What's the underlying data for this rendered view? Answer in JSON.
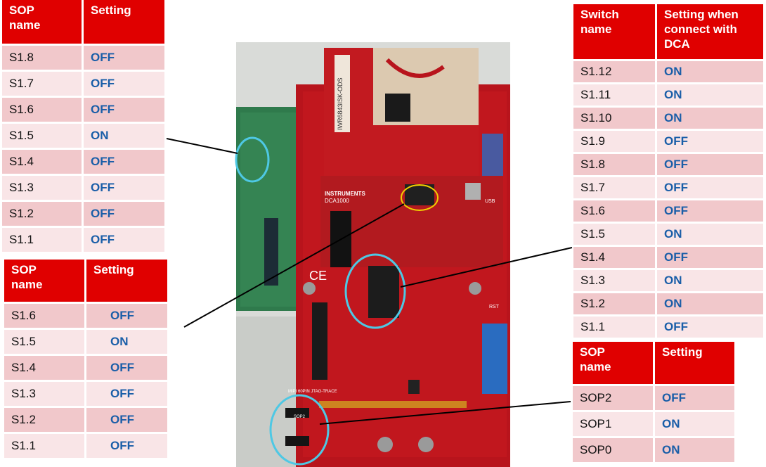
{
  "tables": {
    "top_left": {
      "headers": [
        "SOP\nname",
        "Setting"
      ],
      "rows": [
        [
          "S1.8",
          "OFF"
        ],
        [
          "S1.7",
          "OFF"
        ],
        [
          "S1.6",
          "OFF"
        ],
        [
          "S1.5",
          "ON"
        ],
        [
          "S1.4",
          "OFF"
        ],
        [
          "S1.3",
          "OFF"
        ],
        [
          "S1.2",
          "OFF"
        ],
        [
          "S1.1",
          "OFF"
        ]
      ]
    },
    "bottom_left": {
      "headers": [
        "SOP\nname",
        "Setting"
      ],
      "rows": [
        [
          "S1.6",
          "OFF"
        ],
        [
          "S1.5",
          "ON"
        ],
        [
          "S1.4",
          "OFF"
        ],
        [
          "S1.3",
          "OFF"
        ],
        [
          "S1.2",
          "OFF"
        ],
        [
          "S1.1",
          "OFF"
        ]
      ]
    },
    "top_right": {
      "headers": [
        "Switch\nname",
        "Setting when\nconnect with\nDCA"
      ],
      "rows": [
        [
          "S1.12",
          "ON"
        ],
        [
          "S1.11",
          "ON"
        ],
        [
          "S1.10",
          "ON"
        ],
        [
          "S1.9",
          "OFF"
        ],
        [
          "S1.8",
          "OFF"
        ],
        [
          "S1.7",
          "OFF"
        ],
        [
          "S1.6",
          "OFF"
        ],
        [
          "S1.5",
          "ON"
        ],
        [
          "S1.4",
          "OFF"
        ],
        [
          "S1.3",
          "ON"
        ],
        [
          "S1.2",
          "ON"
        ],
        [
          "S1.1",
          "OFF"
        ]
      ]
    },
    "bottom_right": {
      "headers": [
        "SOP\nname",
        "Setting"
      ],
      "rows": [
        [
          "SOP2",
          "OFF"
        ],
        [
          "SOP1",
          "ON"
        ],
        [
          "SOP0",
          "ON"
        ]
      ]
    }
  },
  "photo": {
    "board_labels": {
      "radar": "IWR6843ISK-ODS",
      "dca_brand": "INSTRUMENTS",
      "dca_model": "DCA1000",
      "ce": "CE",
      "usb": "USB",
      "rst": "RST",
      "mipi": "MIPI 60PIN JTAG-TRACE",
      "sop2": "SOP2"
    }
  },
  "colors": {
    "header_red": "#e00000",
    "row_dark": "#f1c8cb",
    "row_light": "#f9e5e7",
    "value_blue": "#1a5ea8"
  }
}
